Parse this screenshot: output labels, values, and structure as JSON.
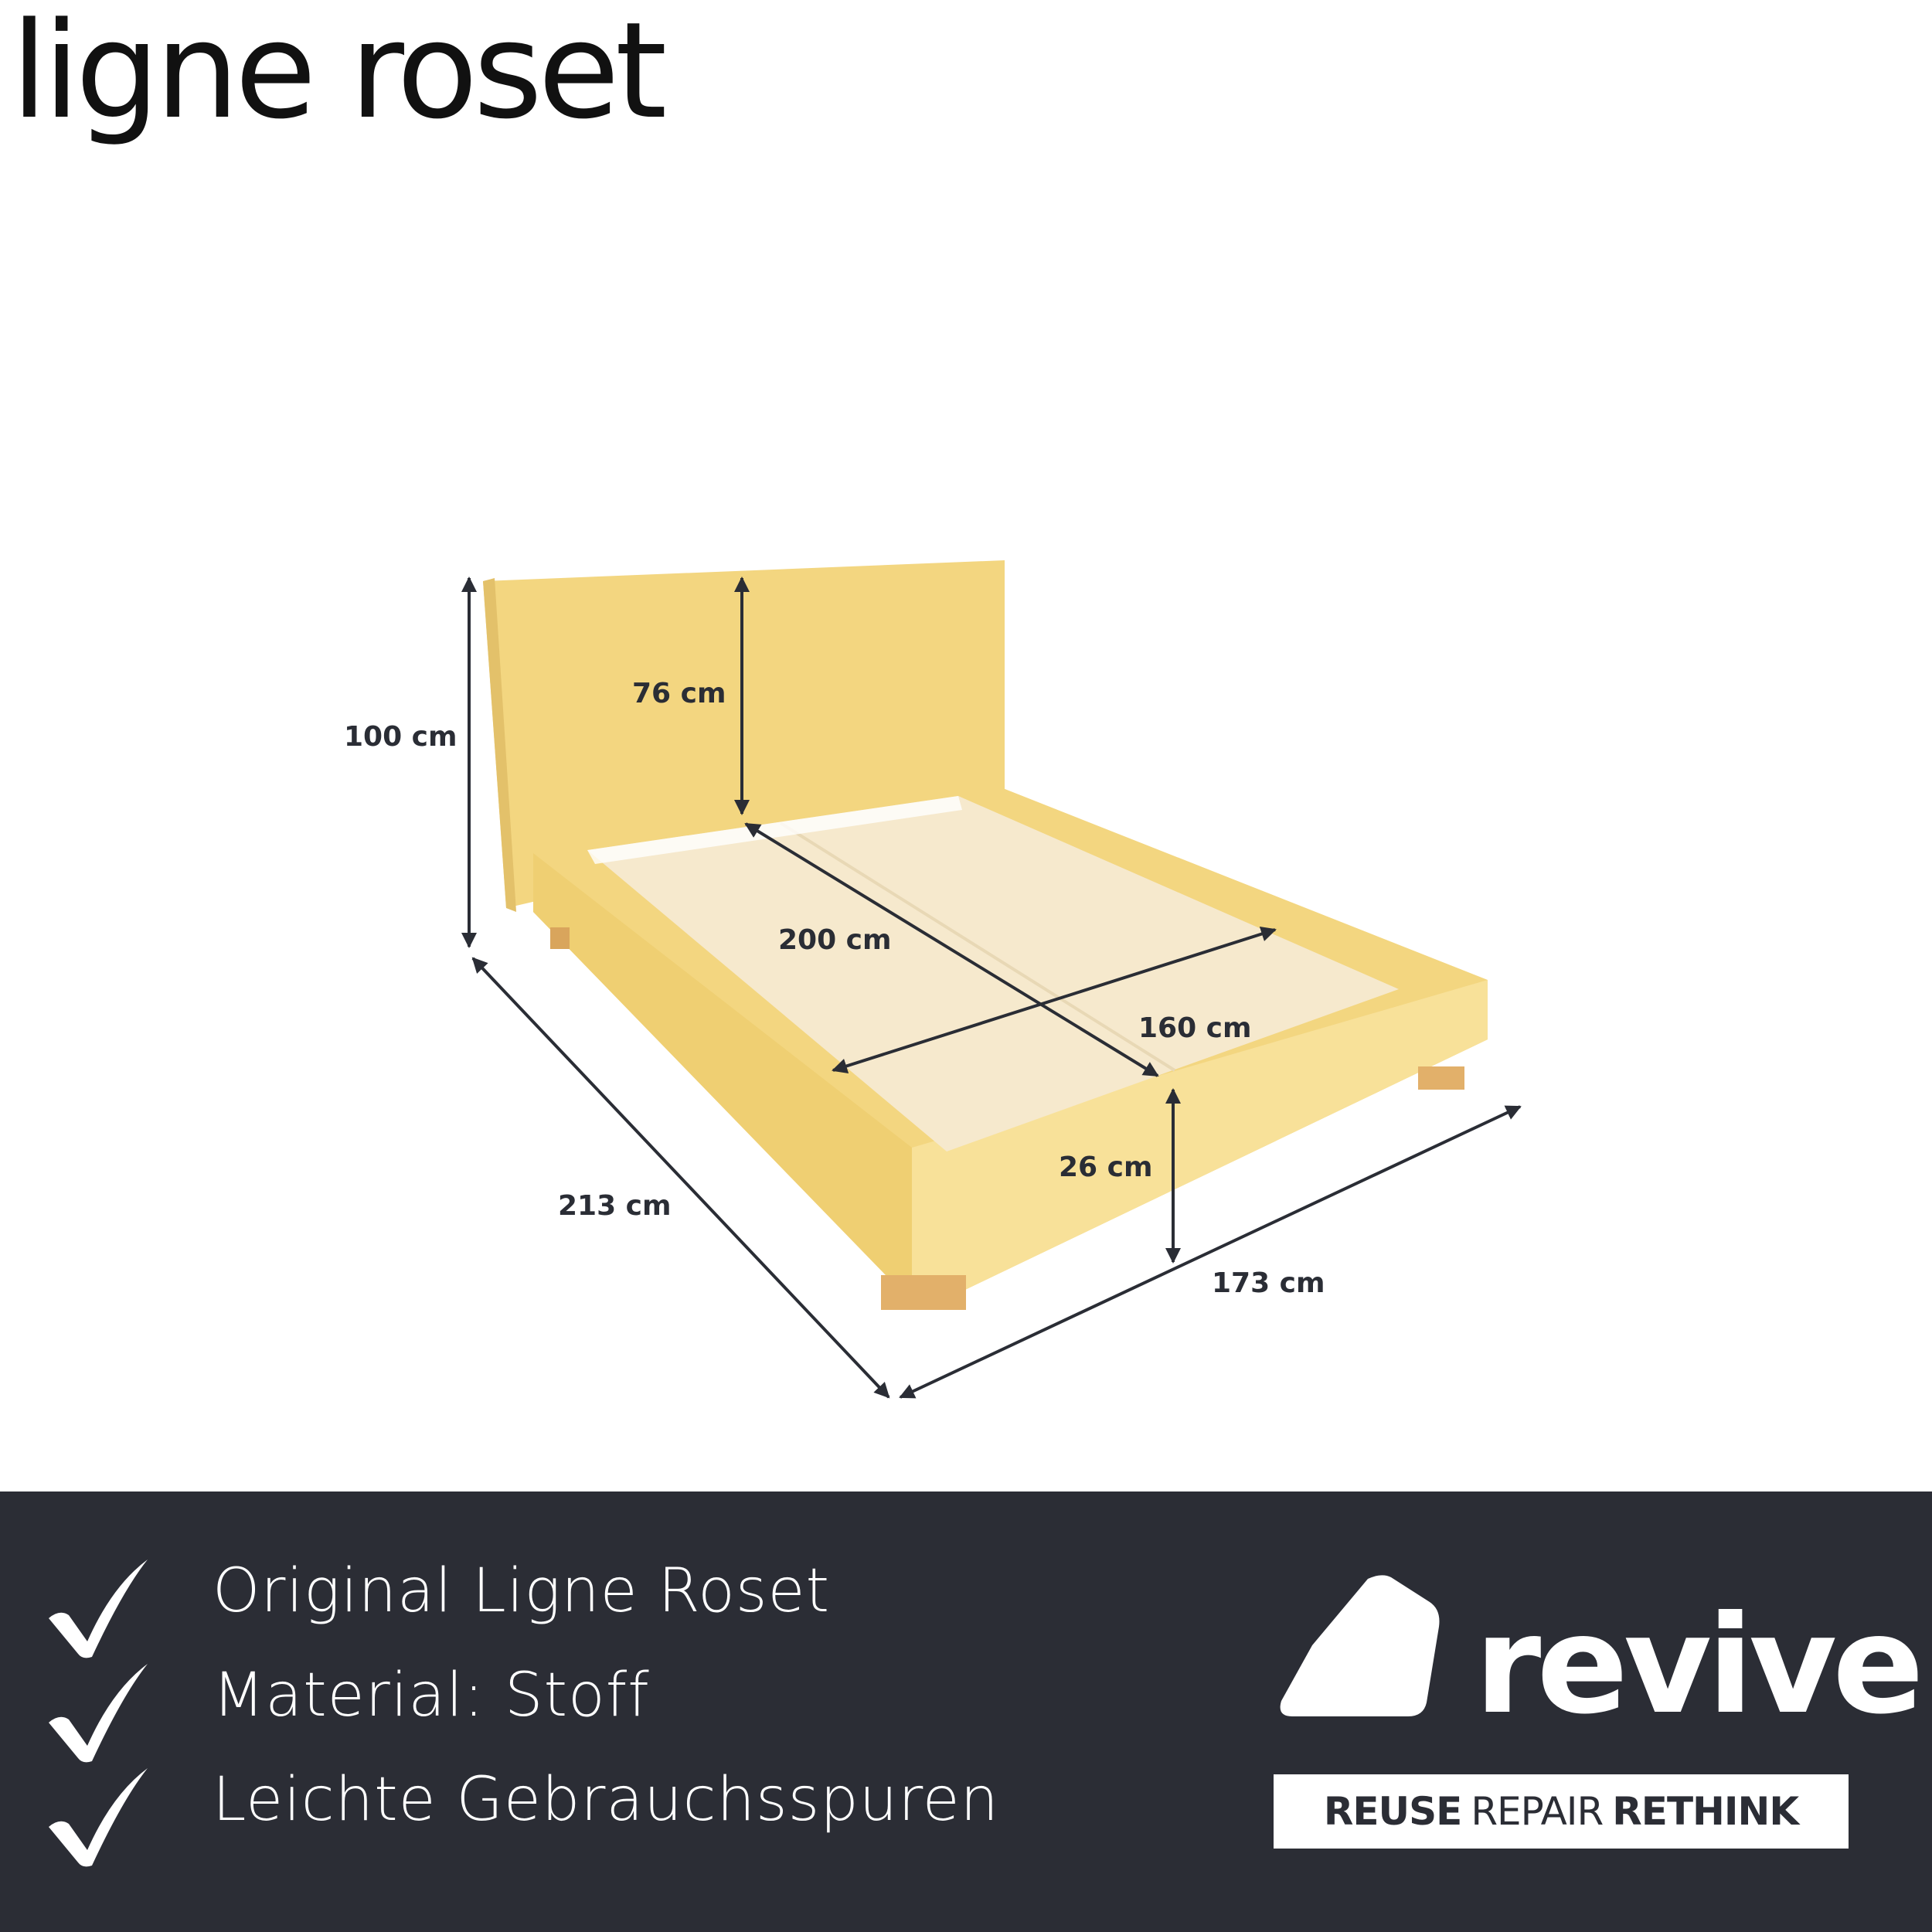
{
  "brand": {
    "name": "ligne roset"
  },
  "dimensions": {
    "height_total": "100 cm",
    "headboard_height": "76 cm",
    "length_inner": "200 cm",
    "width_inner": "160 cm",
    "frame_height": "26 cm",
    "length_total": "213 cm",
    "width_total": "173 cm"
  },
  "colors": {
    "fabric": "#f3d680",
    "fabric_shadow": "#e6c465",
    "slats": "#f6e9cd",
    "feet": "#e2b06a",
    "footer_bg": "#2b2d35",
    "arrow": "#2a2d35"
  },
  "features": [
    {
      "icon": "checkmark-icon",
      "label": "Original Ligne Roset"
    },
    {
      "icon": "checkmark-icon",
      "label": "Material: Stoff"
    },
    {
      "icon": "checkmark-icon",
      "label": "Leichte Gebrauchsspuren"
    }
  ],
  "revive": {
    "logo_icon": "revive-logo-icon",
    "name": "revive",
    "tagline": {
      "reuse": "REUSE",
      "repair": "REPAIR",
      "rethink": "RETHINK"
    }
  }
}
